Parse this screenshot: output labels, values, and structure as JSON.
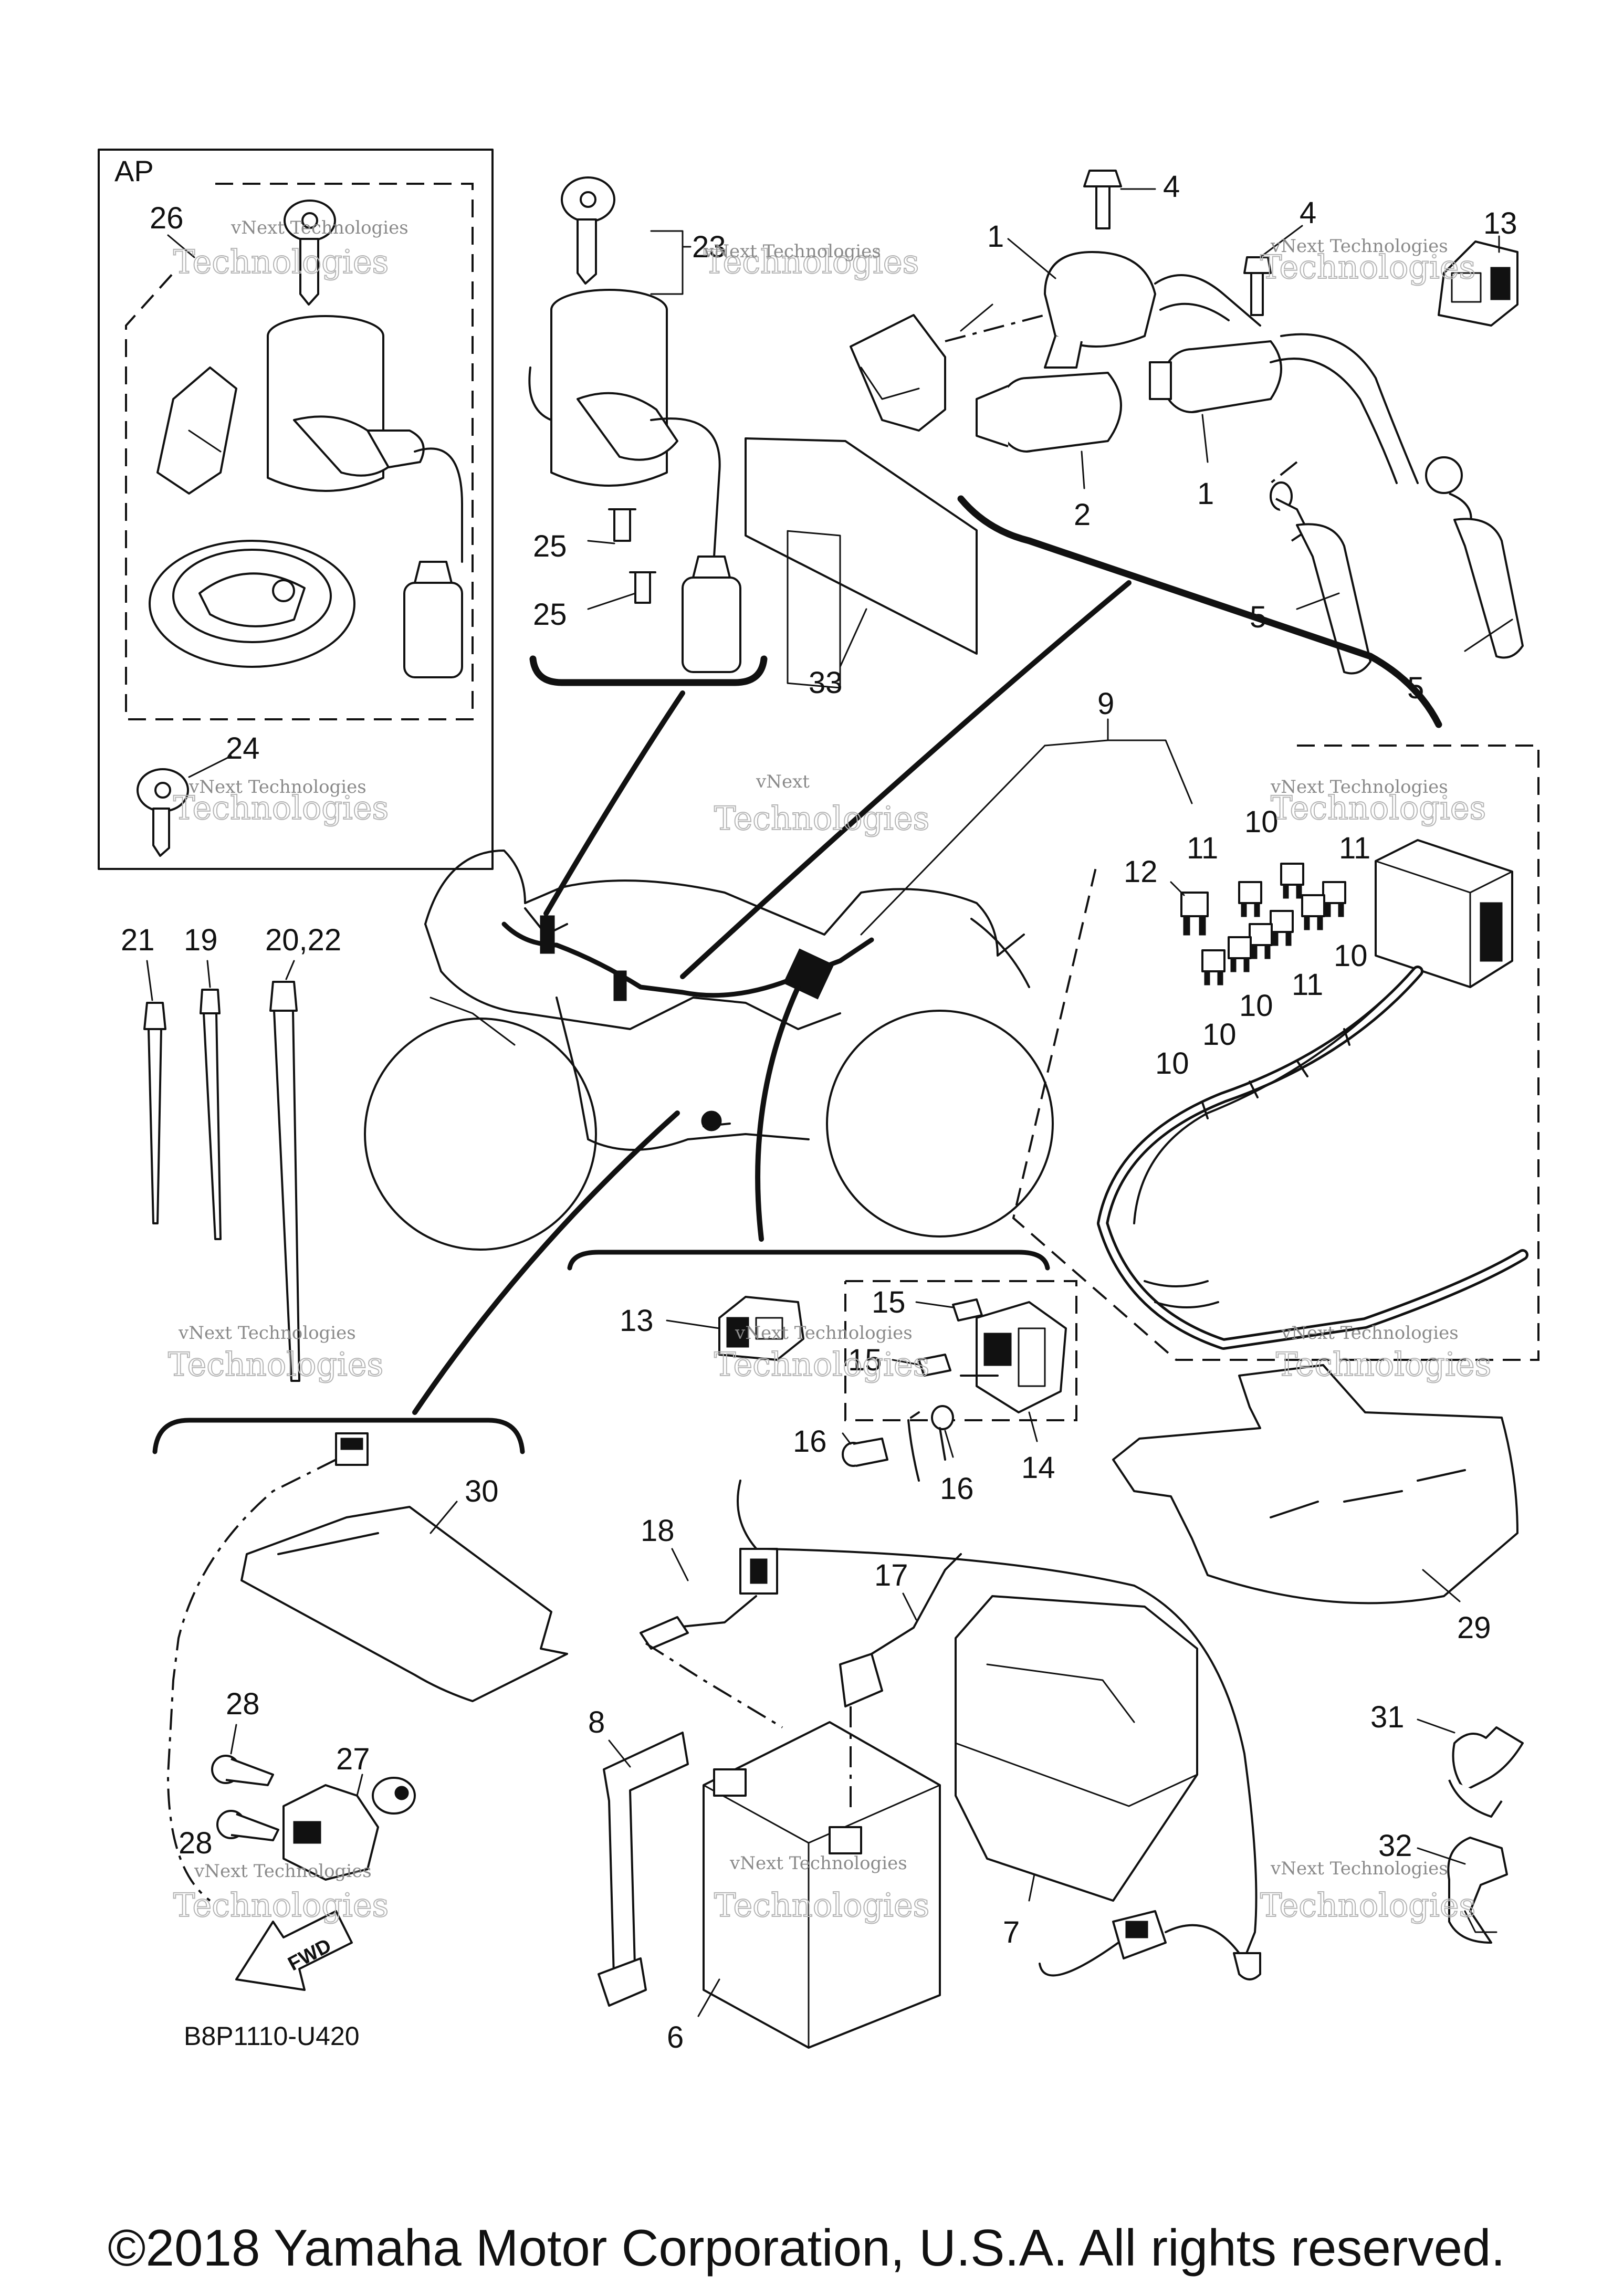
{
  "diagram": {
    "inset_label": "AP",
    "drawing_code": "B8P1110-U420",
    "fwd_label": "FWD",
    "watermark_line1": "vNext Technologies",
    "watermark_line2": "vNext",
    "watermark_line3": "Technologies",
    "callouts": {
      "c1a": "1",
      "c1b": "1",
      "c2": "2",
      "c4a": "4",
      "c4b": "4",
      "c5a": "5",
      "c5b": "5",
      "c6": "6",
      "c7": "7",
      "c8": "8",
      "c9": "9",
      "c10a": "10",
      "c10b": "10",
      "c10c": "10",
      "c10d": "10",
      "c10e": "10",
      "c11a": "11",
      "c11b": "11",
      "c11c": "11",
      "c12": "12",
      "c13a": "13",
      "c13b": "13",
      "c14": "14",
      "c15a": "15",
      "c15b": "15",
      "c16a": "16",
      "c16b": "16",
      "c17": "17",
      "c18": "18",
      "c19": "19",
      "c20_22": "20,22",
      "c21": "21",
      "c23": "23",
      "c24": "24",
      "c25a": "25",
      "c25b": "25",
      "c26": "26",
      "c27": "27",
      "c28a": "28",
      "c28b": "28",
      "c29": "29",
      "c30": "30",
      "c31": "31",
      "c32": "32",
      "c33": "33"
    }
  },
  "footer": {
    "copyright": "©2018 Yamaha Motor Corporation, U.S.A. All rights reserved."
  }
}
